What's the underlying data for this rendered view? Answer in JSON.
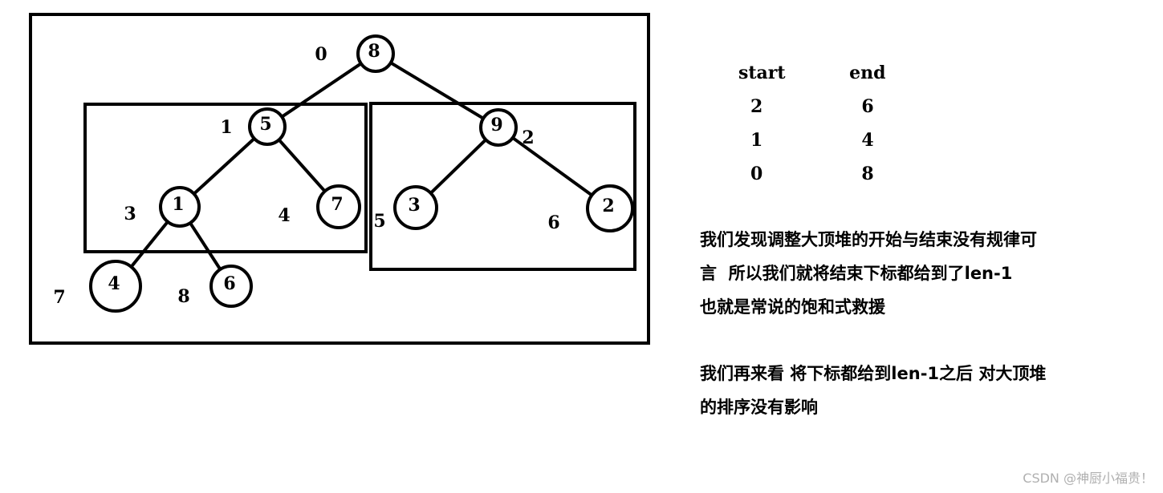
{
  "tree": {
    "nodes": [
      {
        "value": "8",
        "index": "0"
      },
      {
        "value": "5",
        "index": "1"
      },
      {
        "value": "9",
        "index": "2"
      },
      {
        "value": "1",
        "index": "3"
      },
      {
        "value": "7",
        "index": "4"
      },
      {
        "value": "3",
        "index": "5"
      },
      {
        "value": "2",
        "index": "6"
      },
      {
        "value": "4",
        "index": "7"
      },
      {
        "value": "6",
        "index": "8"
      }
    ],
    "edges": [
      [
        0,
        1
      ],
      [
        0,
        2
      ],
      [
        1,
        3
      ],
      [
        1,
        4
      ],
      [
        2,
        5
      ],
      [
        2,
        6
      ],
      [
        3,
        7
      ],
      [
        3,
        8
      ]
    ]
  },
  "table": {
    "headers": [
      "start",
      "end"
    ],
    "rows": [
      [
        "2",
        "6"
      ],
      [
        "1",
        "4"
      ],
      [
        "0",
        "8"
      ]
    ]
  },
  "notes": {
    "paragraph1": "我们发现调整大顶堆的开始与结束没有规律可\n言  所以我们就将结束下标都给到了len-1\n也就是常说的饱和式救援",
    "paragraph2": "我们再来看 将下标都给到len-1之后 对大顶堆\n的排序没有影响"
  },
  "watermark": "CSDN @神厨小福贵！"
}
